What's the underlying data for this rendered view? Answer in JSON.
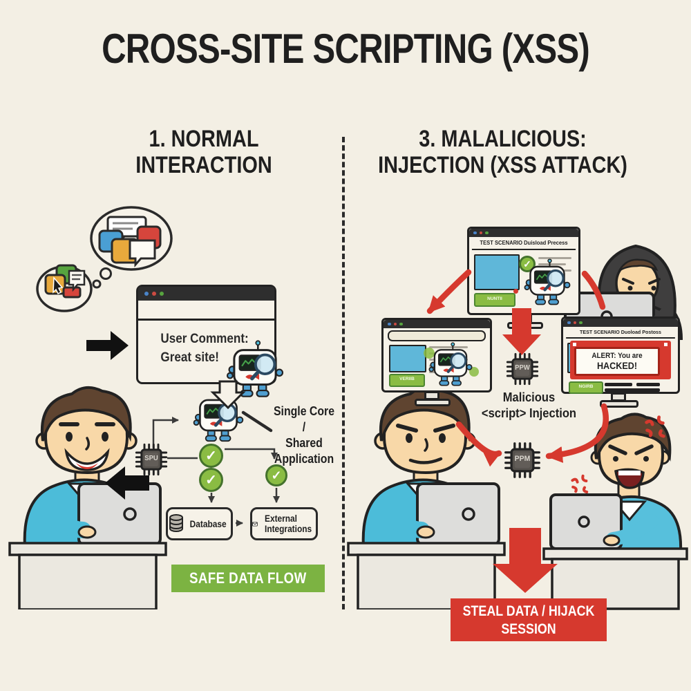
{
  "title": "CROSS-SITE SCRIPTING (XSS)",
  "left": {
    "heading": [
      "1. NORMAL",
      "INTERACTION"
    ],
    "browser": {
      "comment": [
        "User Comment:",
        "Great site!"
      ]
    },
    "flow": {
      "chip_label": "SPU",
      "side_label": [
        "Single Core /",
        "Shared",
        "Application"
      ],
      "database_label": "Database",
      "external_label": [
        "External",
        "Integrations"
      ]
    },
    "banner": "SAFE DATA FLOW"
  },
  "right": {
    "heading": [
      "3. MALALICIOUS:",
      "INJECTION (XSS ATTACK)"
    ],
    "monitor_top": {
      "header": "TEST SCENARIO Duisload Precess",
      "button": "NUNTII"
    },
    "monitor_left": {
      "button": "VERIIB"
    },
    "monitor_right": {
      "header": "TEST SCENARIO Duoload Postoss",
      "button": "NGIRB",
      "alert": [
        "ALERT: You are",
        "HACKED!"
      ]
    },
    "chips": {
      "top": "PPW",
      "bottom": "PPM"
    },
    "injection_label": [
      "Malicious",
      "<script> Injection"
    ],
    "banner": [
      "STEAL DATA / HIJACK",
      "SESSION"
    ]
  },
  "icons": {
    "check": "✓"
  },
  "colors": {
    "background": "#f3efe4",
    "ink": "#1f1f1f",
    "teal": "#4cbcd9",
    "safe_green": "#7cb342",
    "check_green": "#8abc43",
    "alert_red": "#d6392e",
    "chip_gray": "#56524d",
    "skin": "#f8d8a8",
    "hair": "#5f4430"
  }
}
